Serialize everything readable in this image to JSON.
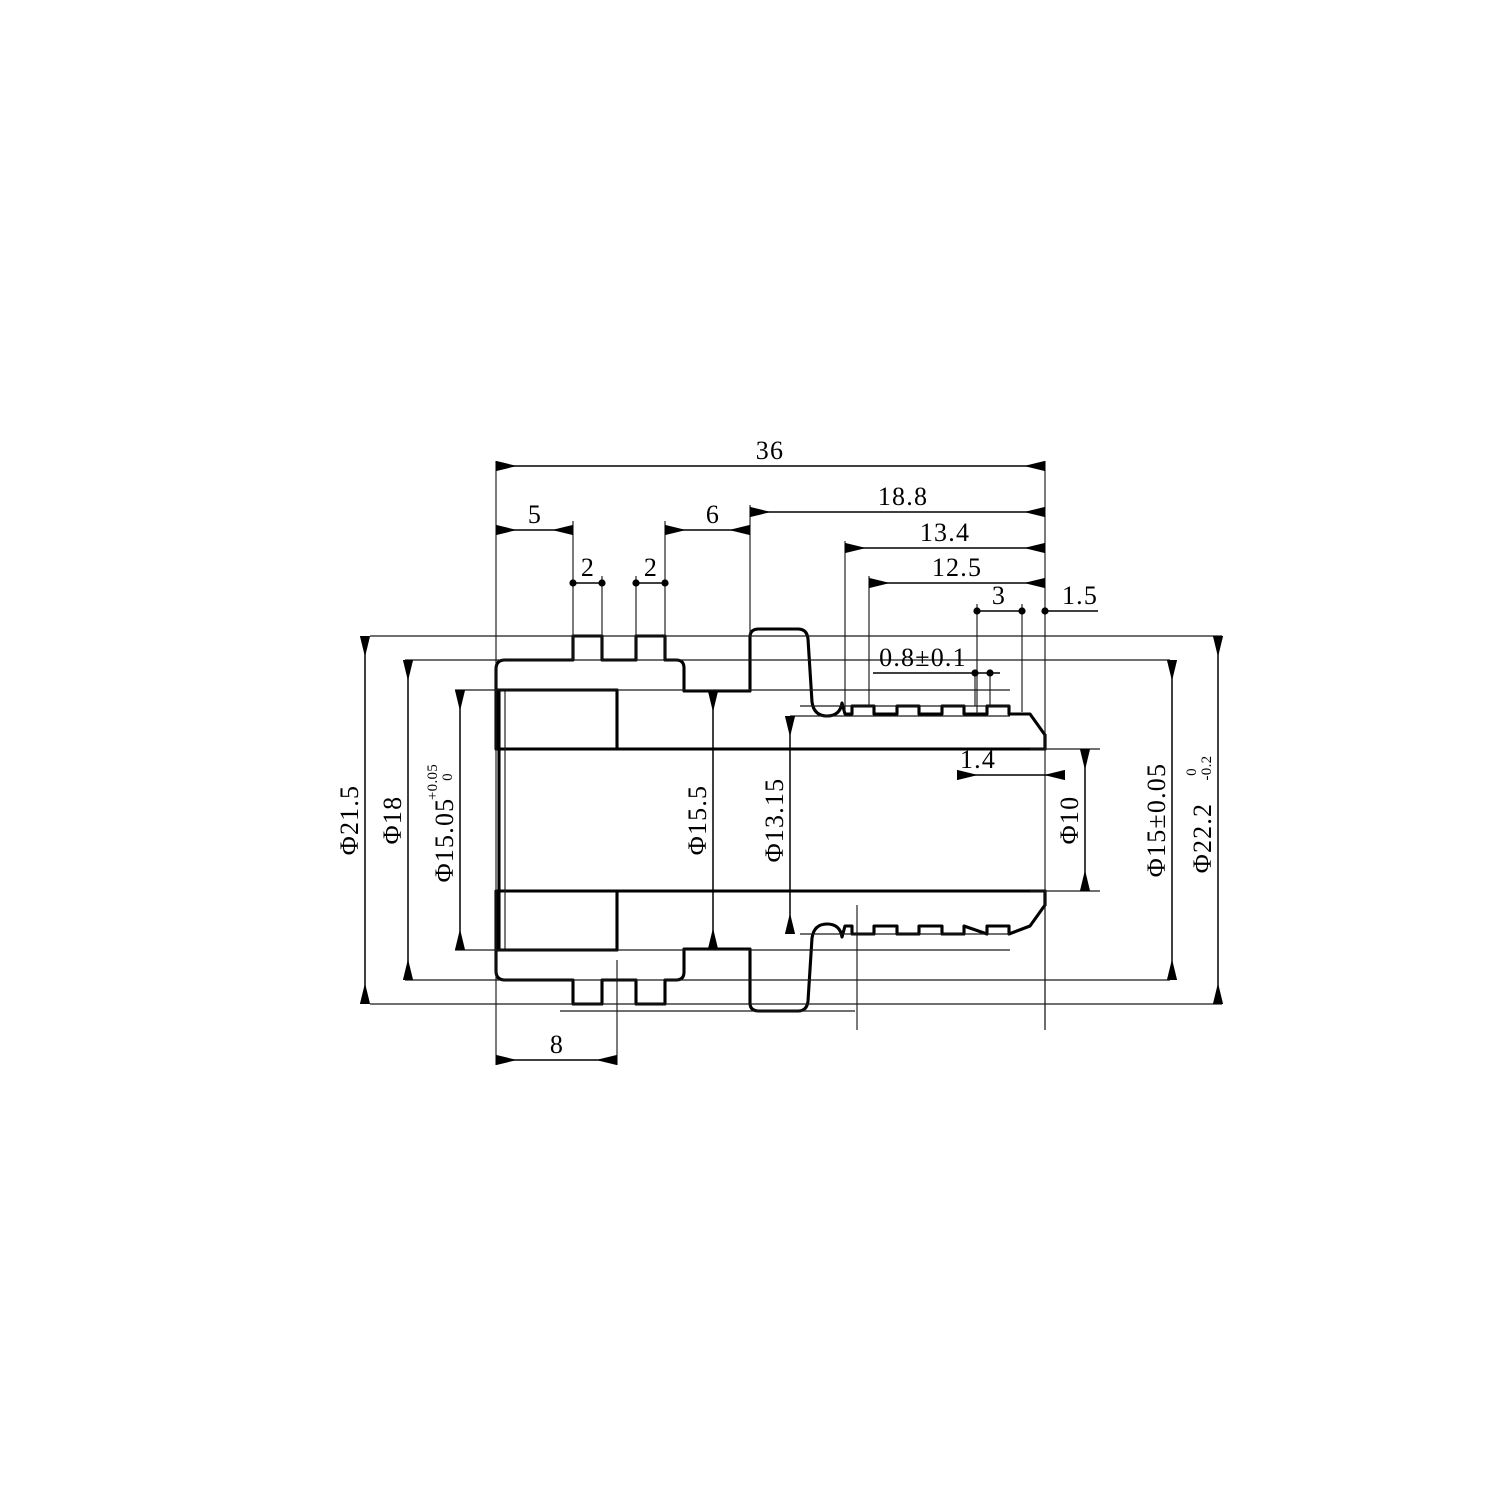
{
  "drawing": {
    "title": "Hose barb fitting cross-section",
    "type": "mechanical-part-cross-section",
    "units": "mm",
    "line_color": "#000000",
    "background_color": "#ffffff"
  },
  "horizontal_dimensions": [
    {
      "id": "len-36",
      "label": "36",
      "value": 36,
      "position": "top"
    },
    {
      "id": "len-18p8",
      "label": "18.8",
      "value": 18.8,
      "position": "top"
    },
    {
      "id": "len-13p4",
      "label": "13.4",
      "value": 13.4,
      "position": "top"
    },
    {
      "id": "len-12p5",
      "label": "12.5",
      "value": 12.5,
      "position": "top"
    },
    {
      "id": "len-5",
      "label": "5",
      "value": 5,
      "position": "top"
    },
    {
      "id": "len-6",
      "label": "6",
      "value": 6,
      "position": "top"
    },
    {
      "id": "len-2a",
      "label": "2",
      "value": 2,
      "position": "top"
    },
    {
      "id": "len-2b",
      "label": "2",
      "value": 2,
      "position": "top"
    },
    {
      "id": "len-3",
      "label": "3",
      "value": 3,
      "position": "top"
    },
    {
      "id": "len-1p5",
      "label": "1.5",
      "value": 1.5,
      "position": "top"
    },
    {
      "id": "len-0p8",
      "label": "0.8±0.1",
      "value": 0.8,
      "tolerance": "±0.1",
      "position": "inner"
    },
    {
      "id": "len-1p4",
      "label": "1.4",
      "value": 1.4,
      "position": "inner"
    },
    {
      "id": "len-8",
      "label": "8",
      "value": 8,
      "position": "bottom"
    }
  ],
  "diameter_dimensions": [
    {
      "id": "dia-21p5",
      "label": "Φ21.5",
      "value": 21.5,
      "tolerance": ""
    },
    {
      "id": "dia-18",
      "label": "Φ18",
      "value": 18,
      "tolerance": ""
    },
    {
      "id": "dia-15p05",
      "label": "Φ15.05",
      "value": 15.05,
      "tol_upper": "+0.05",
      "tol_lower": "0"
    },
    {
      "id": "dia-15p5",
      "label": "Φ15.5",
      "value": 15.5,
      "tolerance": ""
    },
    {
      "id": "dia-13p15",
      "label": "Φ13.15",
      "value": 13.15,
      "tolerance": ""
    },
    {
      "id": "dia-10",
      "label": "Φ10",
      "value": 10,
      "tolerance": ""
    },
    {
      "id": "dia-15",
      "label": "Φ15±0.05",
      "value": 15,
      "tolerance": "±0.05"
    },
    {
      "id": "dia-22p2",
      "label": "Φ22.2",
      "value": 22.2,
      "tol_upper": "0",
      "tol_lower": "-0.2"
    }
  ],
  "labels": {
    "d_36": "36",
    "d_18p8": "18.8",
    "d_13p4": "13.4",
    "d_12p5": "12.5",
    "d_5": "5",
    "d_6": "6",
    "d_2a": "2",
    "d_2b": "2",
    "d_3": "3",
    "d_1p5": "1.5",
    "d_0p8": "0.8±0.1",
    "d_1p4": "1.4",
    "d_8": "8",
    "d_21p5": "Φ21.5",
    "d_18": "Φ18",
    "d_15p05": "Φ15.05",
    "d_15p05_up": "+0.05",
    "d_15p05_lo": "0",
    "d_15p5": "Φ15.5",
    "d_13p15": "Φ13.15",
    "d_10": "Φ10",
    "d_15pm": "Φ15±0.05",
    "d_22p2": "Φ22.2",
    "d_22p2_up": "0",
    "d_22p2_lo": "-0.2"
  }
}
